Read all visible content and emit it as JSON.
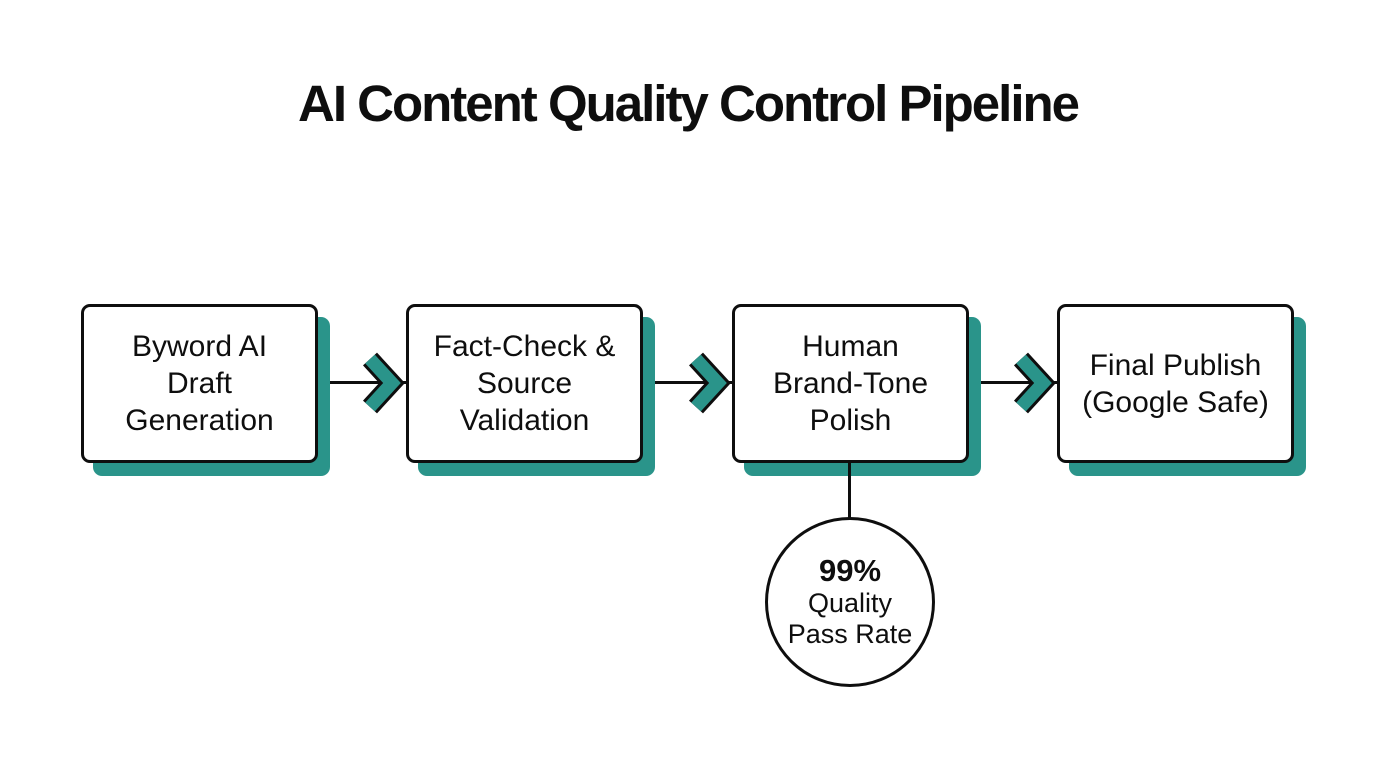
{
  "title": "AI Content Quality Control Pipeline",
  "colors": {
    "accent_teal": "#2A948A",
    "ink_black": "#0E0E0E",
    "background": "#FFFFFF"
  },
  "pipeline": {
    "steps": [
      {
        "lines": [
          "Byword AI",
          "Draft",
          "Generation"
        ]
      },
      {
        "lines": [
          "Fact-Check &",
          "Source",
          "Validation"
        ]
      },
      {
        "lines": [
          "Human",
          "Brand-Tone",
          "Polish"
        ]
      },
      {
        "lines": [
          "Final Publish",
          "(Google Safe)"
        ]
      }
    ]
  },
  "metric_badge": {
    "value": "99%",
    "label_line1": "Quality",
    "label_line2": "Pass Rate"
  }
}
